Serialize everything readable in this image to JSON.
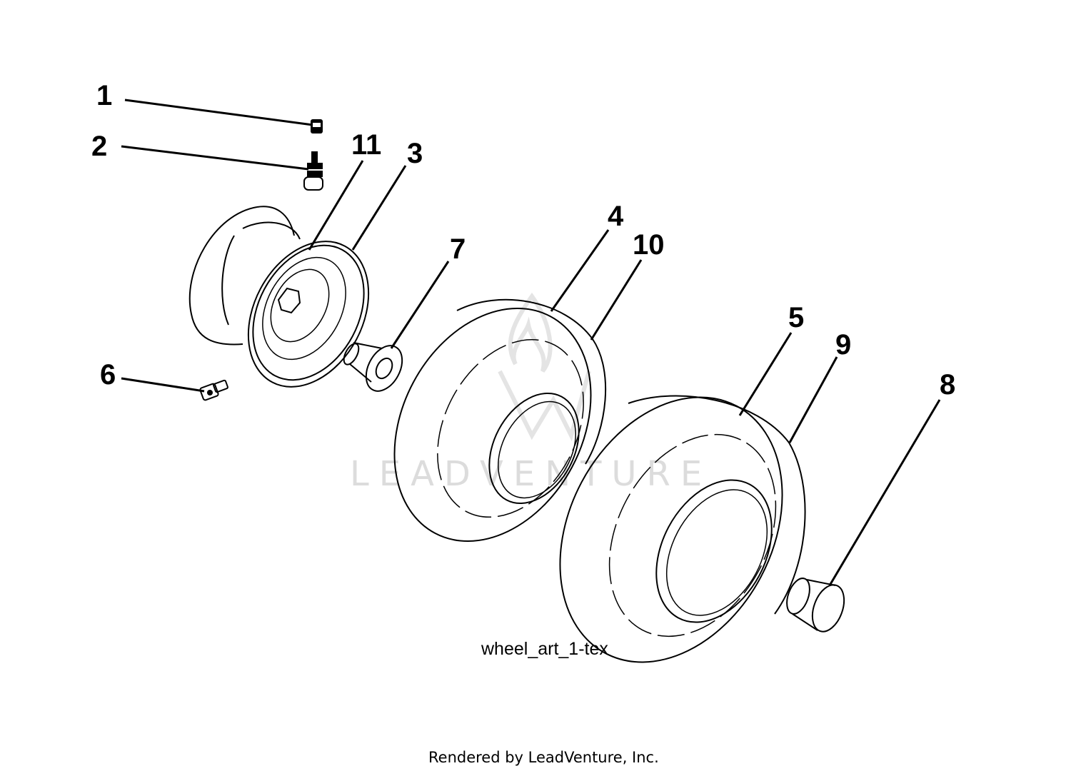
{
  "diagram": {
    "callouts": [
      {
        "id": "1",
        "label": "1"
      },
      {
        "id": "2",
        "label": "2"
      },
      {
        "id": "3",
        "label": "3"
      },
      {
        "id": "4",
        "label": "4"
      },
      {
        "id": "5",
        "label": "5"
      },
      {
        "id": "6",
        "label": "6"
      },
      {
        "id": "7",
        "label": "7"
      },
      {
        "id": "8",
        "label": "8"
      },
      {
        "id": "9",
        "label": "9"
      },
      {
        "id": "10",
        "label": "10"
      },
      {
        "id": "11",
        "label": "11"
      }
    ],
    "art_label": "wheel_art_1-tex",
    "watermark": "LEADVENTURE",
    "footer_credit": "Rendered by LeadVenture, Inc."
  }
}
